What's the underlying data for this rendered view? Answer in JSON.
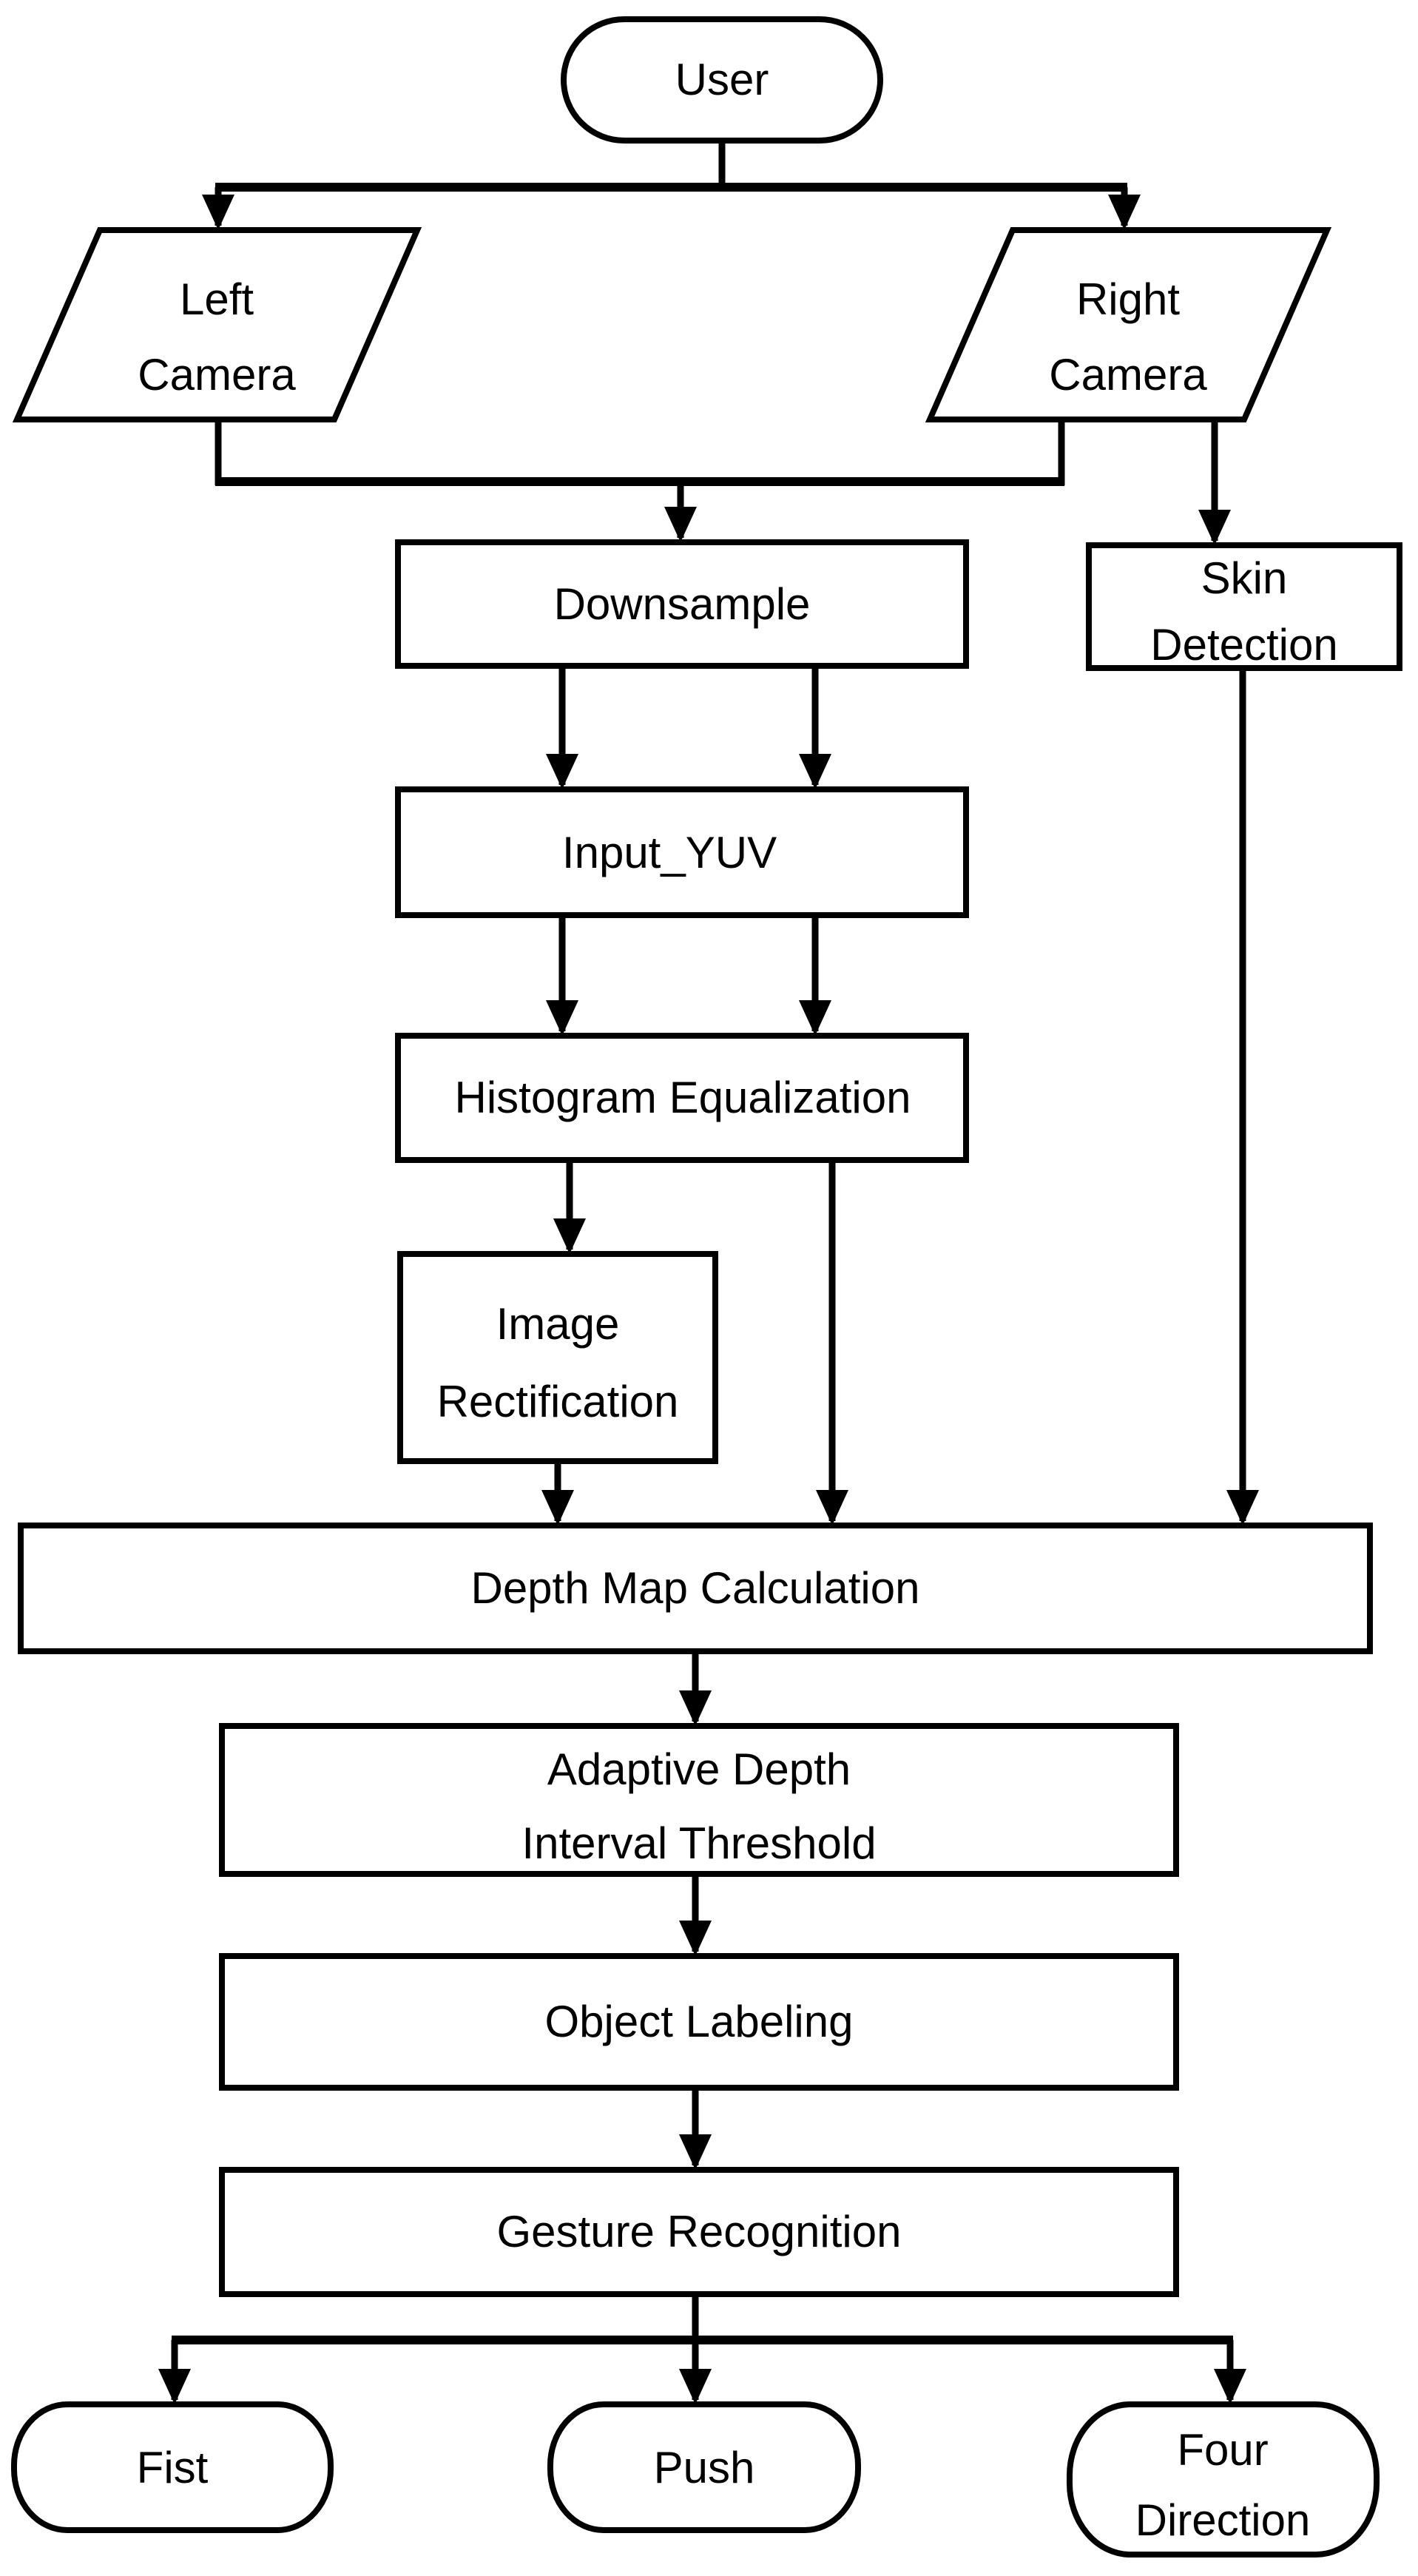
{
  "diagram": {
    "title": "Stereo camera gesture recognition pipeline flowchart",
    "colors": {
      "line": "#000000",
      "node_fill": "#ffffff",
      "text": "#000000",
      "background": "#ffffff"
    },
    "nodes": {
      "user": {
        "type": "terminator",
        "label": "User"
      },
      "left_camera": {
        "type": "input-output",
        "lines": [
          "Left",
          "Camera"
        ]
      },
      "right_camera": {
        "type": "input-output",
        "lines": [
          "Right",
          "Camera"
        ]
      },
      "downsample": {
        "type": "process",
        "label": "Downsample"
      },
      "skin_detection": {
        "type": "process",
        "lines": [
          "Skin",
          "Detection"
        ]
      },
      "input_yuv": {
        "type": "process",
        "label": "Input_YUV"
      },
      "histogram_equalization": {
        "type": "process",
        "label": "Histogram Equalization"
      },
      "image_rectification": {
        "type": "process",
        "lines": [
          "Image",
          "Rectification"
        ]
      },
      "depth_map_calculation": {
        "type": "process",
        "label": "Depth Map Calculation"
      },
      "adaptive_depth_interval_threshold": {
        "type": "process",
        "lines": [
          "Adaptive Depth",
          "Interval Threshold"
        ]
      },
      "object_labeling": {
        "type": "process",
        "label": "Object Labeling"
      },
      "gesture_recognition": {
        "type": "process",
        "label": "Gesture Recognition"
      },
      "fist": {
        "type": "terminator",
        "label": "Fist"
      },
      "push": {
        "type": "terminator",
        "label": "Push"
      },
      "four_direction": {
        "type": "terminator",
        "lines": [
          "Four",
          "Direction"
        ]
      }
    },
    "edges": [
      {
        "from": "user",
        "to": "left_camera"
      },
      {
        "from": "user",
        "to": "right_camera"
      },
      {
        "from": "left_camera",
        "to": "downsample"
      },
      {
        "from": "right_camera",
        "to": "downsample"
      },
      {
        "from": "right_camera",
        "to": "skin_detection"
      },
      {
        "from": "downsample",
        "to": "input_yuv",
        "parallel_lines": 2
      },
      {
        "from": "input_yuv",
        "to": "histogram_equalization",
        "parallel_lines": 2
      },
      {
        "from": "histogram_equalization",
        "to": "image_rectification"
      },
      {
        "from": "histogram_equalization",
        "to": "depth_map_calculation"
      },
      {
        "from": "image_rectification",
        "to": "depth_map_calculation"
      },
      {
        "from": "skin_detection",
        "to": "depth_map_calculation"
      },
      {
        "from": "depth_map_calculation",
        "to": "adaptive_depth_interval_threshold"
      },
      {
        "from": "adaptive_depth_interval_threshold",
        "to": "object_labeling"
      },
      {
        "from": "object_labeling",
        "to": "gesture_recognition"
      },
      {
        "from": "gesture_recognition",
        "to": "fist"
      },
      {
        "from": "gesture_recognition",
        "to": "push"
      },
      {
        "from": "gesture_recognition",
        "to": "four_direction"
      }
    ]
  }
}
